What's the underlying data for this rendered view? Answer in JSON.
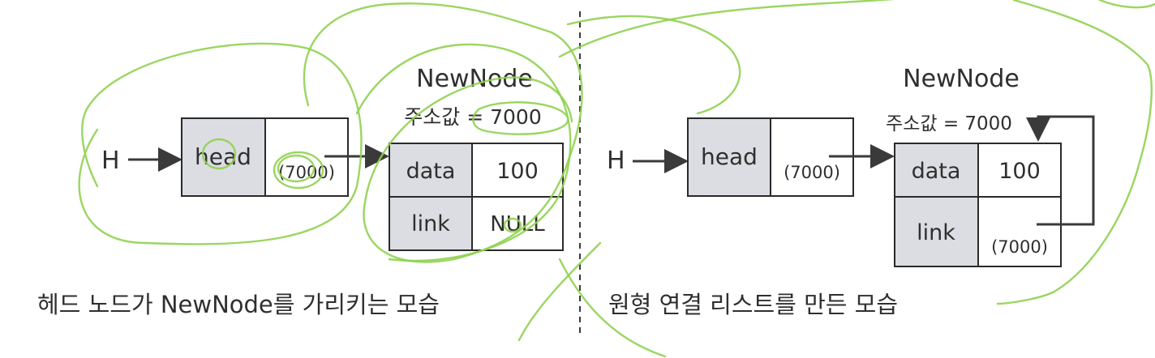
{
  "left": {
    "pointer": "H",
    "head_node": {
      "label": "head",
      "value": "(7000)"
    },
    "new_node": {
      "title": "NewNode",
      "address": "주소값 = 7000",
      "data_label": "data",
      "data_value": "100",
      "link_label": "link",
      "link_value": "NULL"
    },
    "caption": "헤드 노드가 NewNode를 가리키는 모습"
  },
  "right": {
    "pointer": "H",
    "head_node": {
      "label": "head",
      "value": "(7000)"
    },
    "new_node": {
      "title": "NewNode",
      "address": "주소값 = 7000",
      "data_label": "data",
      "data_value": "100",
      "link_label": "link",
      "link_value": "(7000)"
    },
    "caption": "원형 연결 리스트를 만든 모습"
  },
  "colors": {
    "label_cell": "#dcdde2",
    "border": "#2a2a2a",
    "annotation_ink": "#8fd14f"
  }
}
